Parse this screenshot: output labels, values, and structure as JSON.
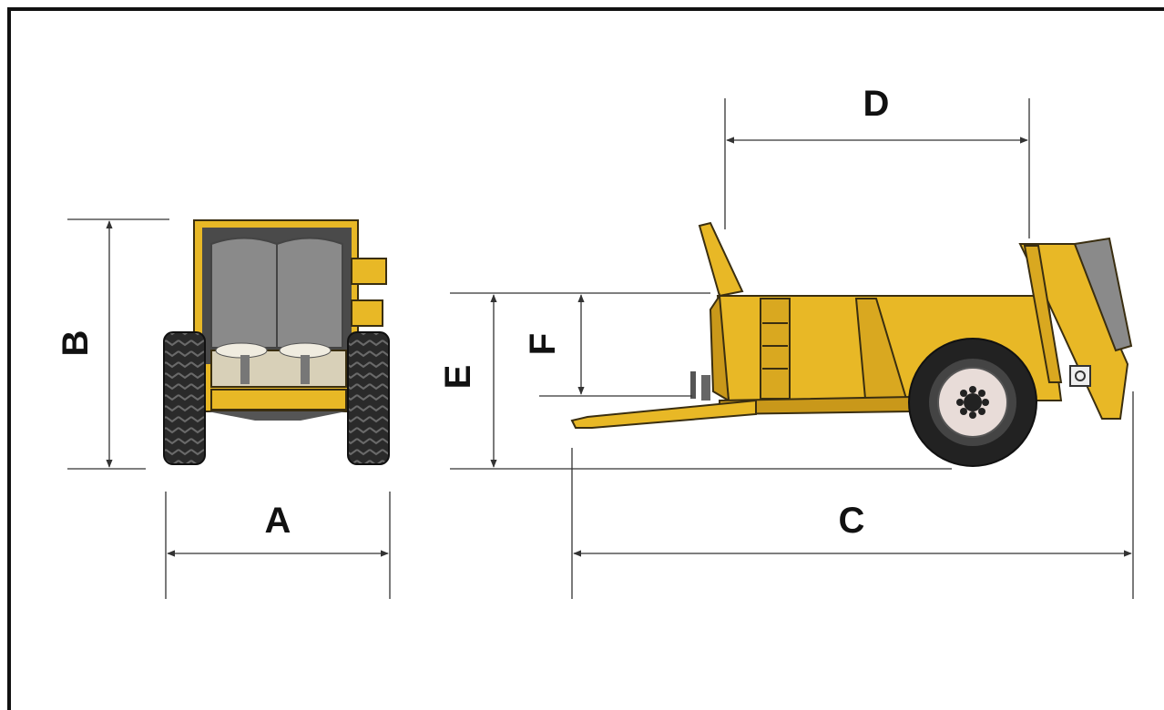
{
  "labels": {
    "a": "A",
    "b": "B",
    "c": "C",
    "d": "D",
    "e": "E",
    "f": "F"
  },
  "colors": {
    "body_yellow": "#e8b826",
    "body_dark": "#c9981a",
    "outline": "#3a2e10",
    "tire": "#2a2a2a",
    "load_grey": "#8a8a8a",
    "hub": "#e8dcd8",
    "dim_line": "#333333"
  }
}
